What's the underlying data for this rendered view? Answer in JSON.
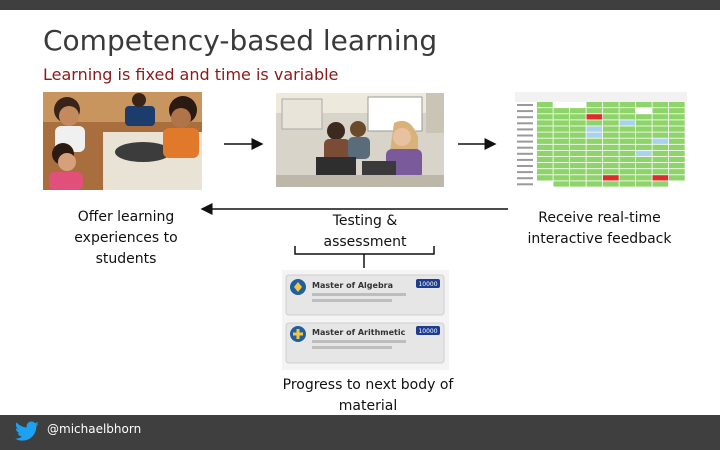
{
  "slide": {
    "title": "Competency-based learning",
    "subtitle": "Learning is fixed and time is variable"
  },
  "captions": {
    "offer": "Offer learning experiences to students",
    "testing": "Testing & assessment",
    "feedback": "Receive real-time interactive feedback",
    "progress": "Progress to next body of material"
  },
  "badges": {
    "algebra": "Master of Algebra",
    "arithmetic": "Master of Arithmetic",
    "algebra_points": "10000",
    "arithmetic_points": "10000"
  },
  "footer": {
    "handle": "@michaelbhorn",
    "icon": "twitter-bird-icon"
  },
  "colors": {
    "bar": "#3f3f3f",
    "title": "#3a3a3a",
    "subtitle": "#8b1a1a",
    "twitter": "#1da1f2",
    "cell_green": "#8fd46a",
    "cell_blue": "#a8d3ea",
    "cell_red": "#e02b2b"
  }
}
